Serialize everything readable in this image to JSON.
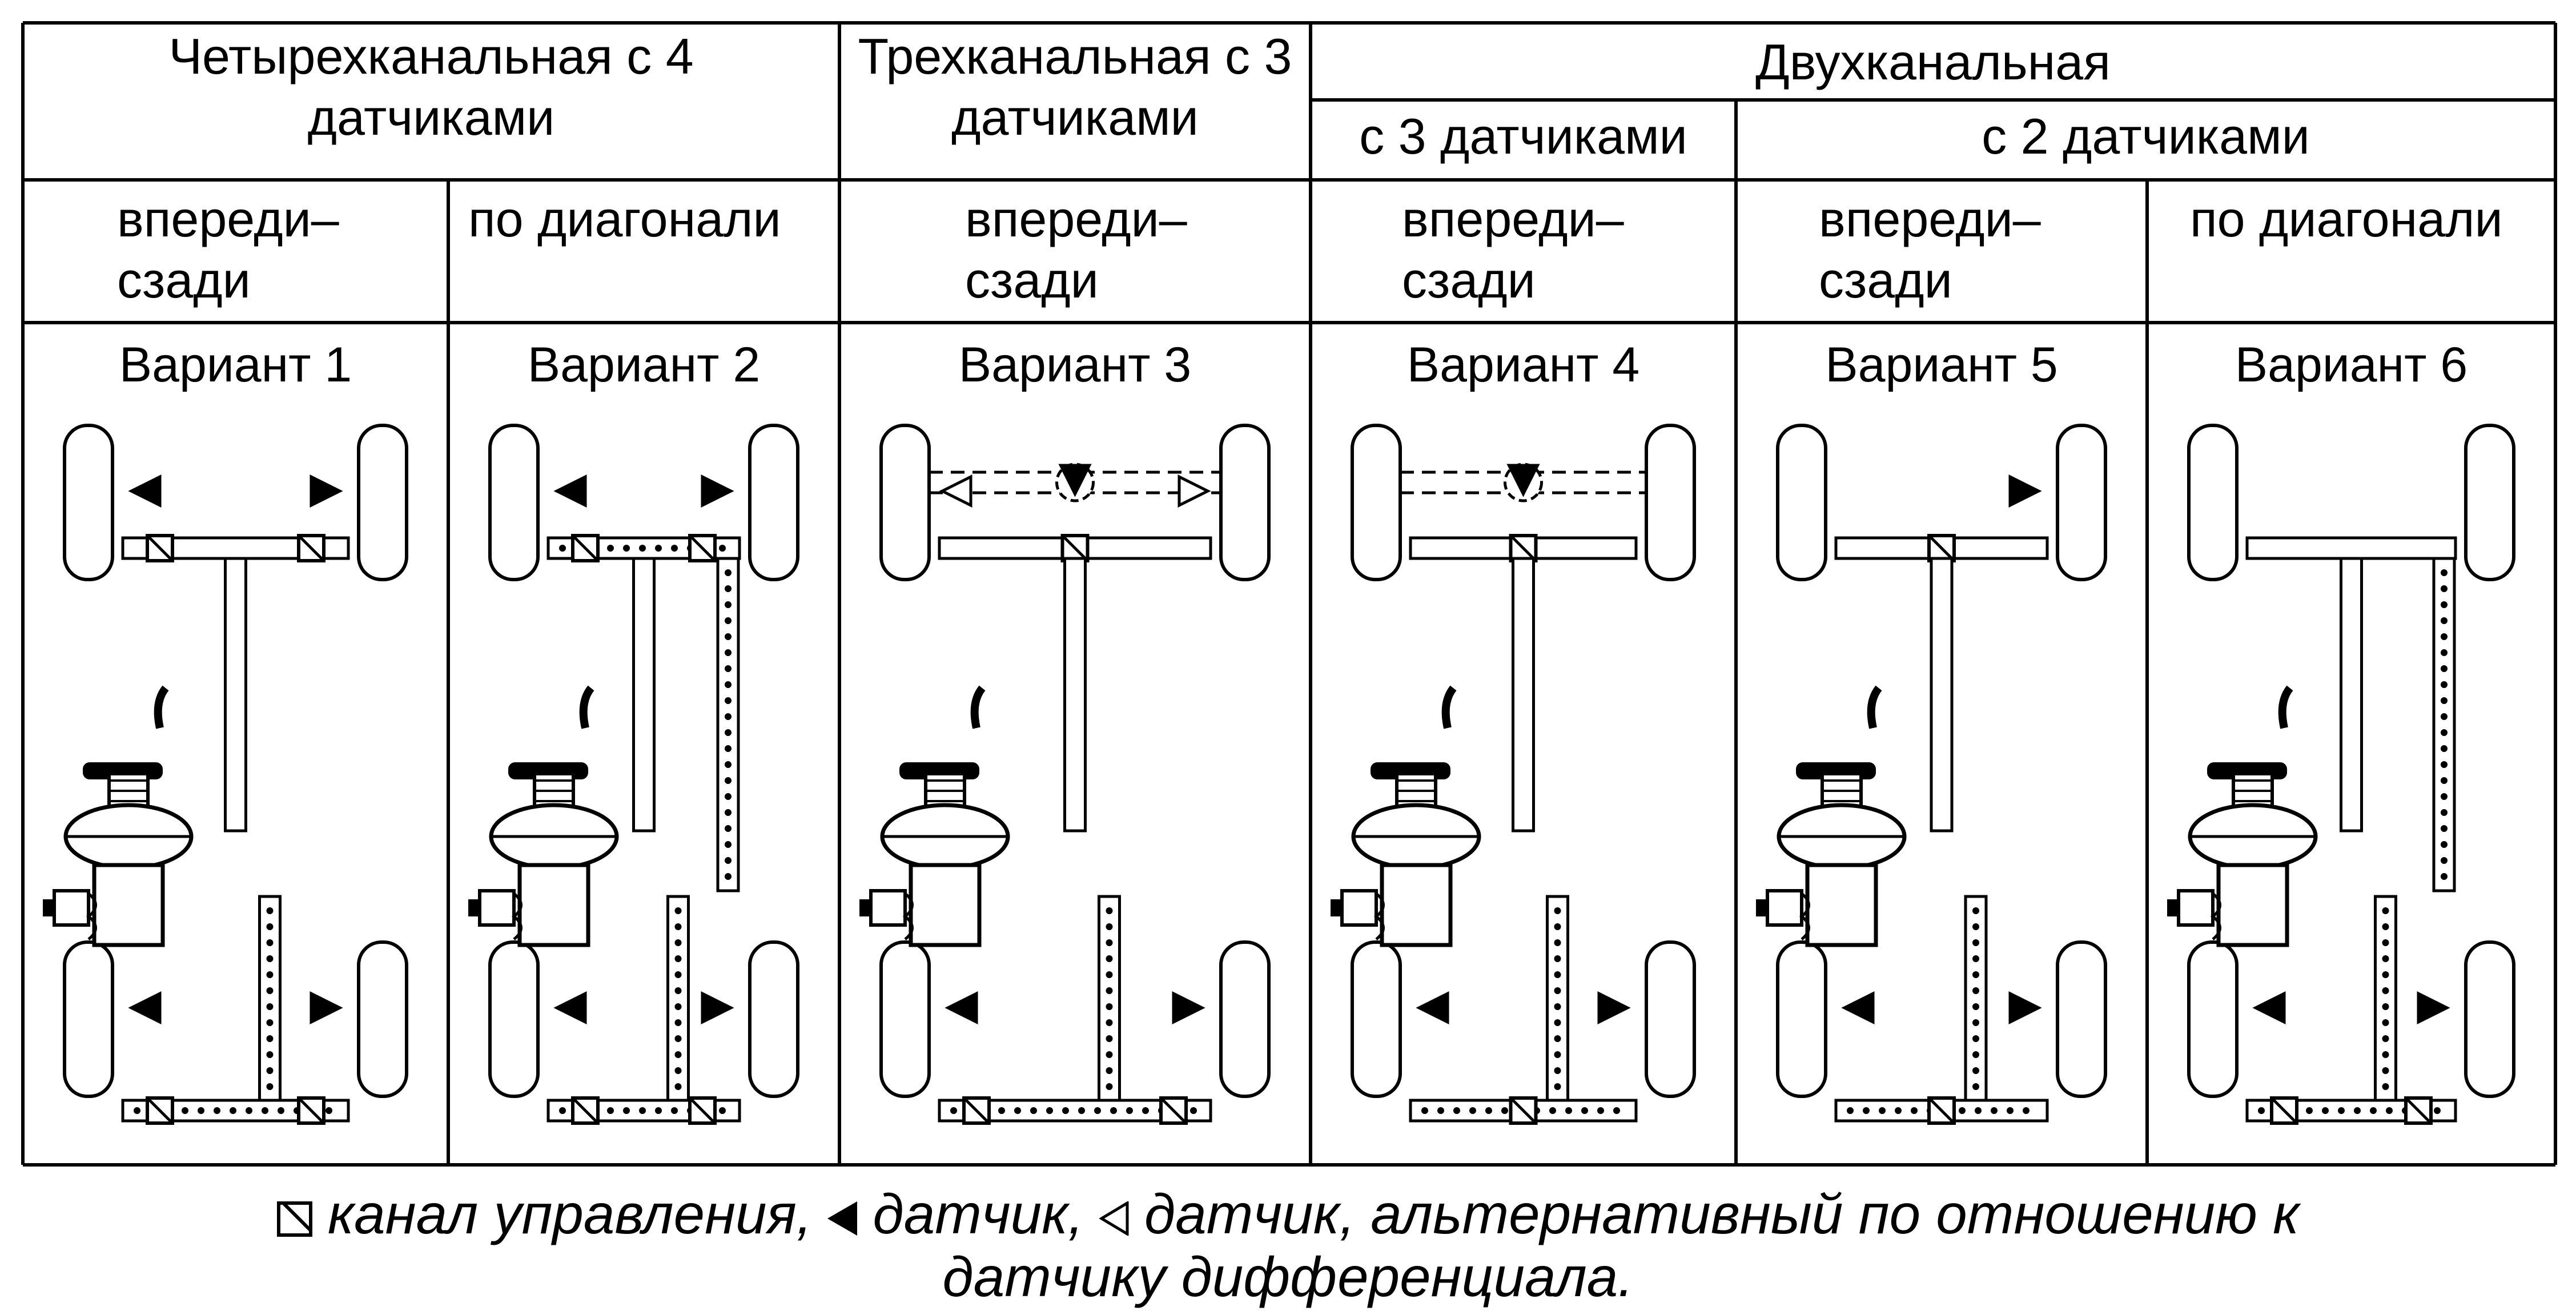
{
  "header": {
    "group1": [
      "Четырехканальная с 4",
      "датчиками"
    ],
    "group2": [
      "Трехканальная с 3",
      "датчиками"
    ],
    "group3": "Двухканальная",
    "sub3a": "с 3 датчиками",
    "sub3b": "с 2 датчиками"
  },
  "columns": [
    {
      "label": [
        "впереди–",
        "сзади"
      ],
      "variant": "Вариант 1"
    },
    {
      "label": [
        "по диагонали"
      ],
      "variant": "Вариант 2"
    },
    {
      "label": [
        "впереди–",
        "сзади"
      ],
      "variant": "Вариант 3"
    },
    {
      "label": [
        "впереди–",
        "сзади"
      ],
      "variant": "Вариант 4"
    },
    {
      "label": [
        "впереди–",
        "сзади"
      ],
      "variant": "Вариант 5"
    },
    {
      "label": [
        "по диагонали"
      ],
      "variant": "Вариант 6"
    }
  ],
  "legend": {
    "line1": {
      "control_channel": "канал управления,",
      "sensor": "датчик,",
      "alt_sensor": "датчик, альтернативный по отношению к"
    },
    "line2": "датчику дифференциала."
  },
  "colors": {
    "ink": "#000000",
    "paper": "#ffffff"
  }
}
